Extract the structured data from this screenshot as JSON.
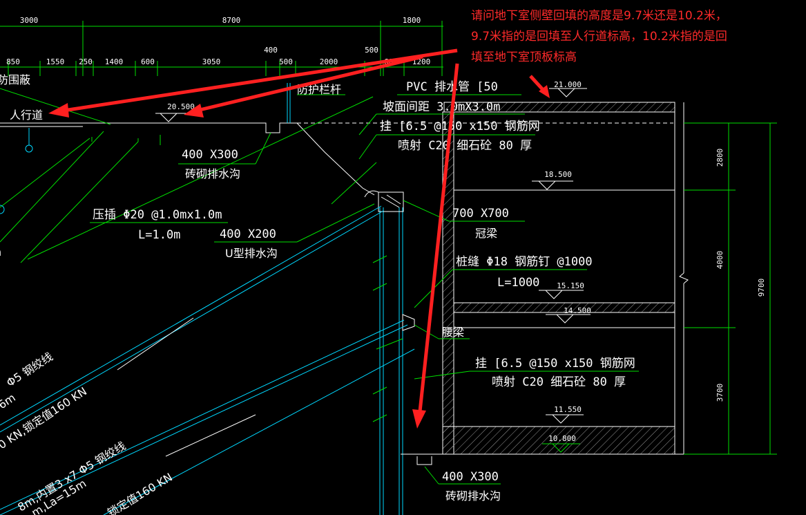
{
  "question_note": {
    "lines": [
      "请问地下室侧壁回填的高度是9.7米还是10.2米，",
      "9.7米指的是回填至人行道标高，10.2米指的是回",
      "填至地下室顶板标高"
    ],
    "color": "#ff2a2a"
  },
  "top_dimensions": {
    "row1": [
      "3000",
      "8700",
      "1800"
    ],
    "row2": [
      "850",
      "1550",
      "250",
      "1400",
      "600",
      "3050",
      "400",
      "500",
      "2000",
      "500",
      "600",
      "1200"
    ]
  },
  "right_dimensions": {
    "segments": [
      "2800",
      "4000",
      "3700"
    ],
    "total": "9700"
  },
  "elevations": [
    "20.500",
    "21.000",
    "18.500",
    "15.150",
    "14.500",
    "11.550",
    "10.800"
  ],
  "labels": {
    "partial_top_left": "防围蔽",
    "sidewalk": "人行道",
    "guardrail": "防护栏杆",
    "pvc": "PVC 排水管 [50",
    "slope_spacing": "坡面间距  3.0mX3.0m",
    "mesh1": "挂 [6.5 @150 x150     钢筋网",
    "shotcrete1": "喷射 C20 细石砼 80 厚",
    "brick_drain_size": "400 X300",
    "brick_drain": "砖砌排水沟",
    "press_insert": "压插  Φ20 @1.0mx1.0m",
    "press_len": "L=1.0m",
    "u_drain_size": "400 X200",
    "u_drain": "U型排水沟",
    "crown_beam_size": "700 X700",
    "crown_beam": "冠梁",
    "pile_nail": "桩缝  Φ18  钢筋钉  @1000",
    "pile_len": "L=1000",
    "waist_beam": "腰梁",
    "mesh2": "挂 [6.5 @150 x150     钢筋网",
    "shotcrete2": "喷射 C20  细石砼  80 厚",
    "bottom_drain_size": "400 X300",
    "bottom_drain": "砖砌排水沟",
    "anchor1_a": "Φ5 钢绞线",
    "anchor1_b": "6m",
    "anchor1_c": "0 KN,锁定值160 KN",
    "anchor2_a": "8m,内置3 x7 Φ5 钢绞线",
    "anchor2_b": "m,La=15m",
    "anchor2_c": "锁定值160 KN",
    "partial_left_h": "h"
  }
}
